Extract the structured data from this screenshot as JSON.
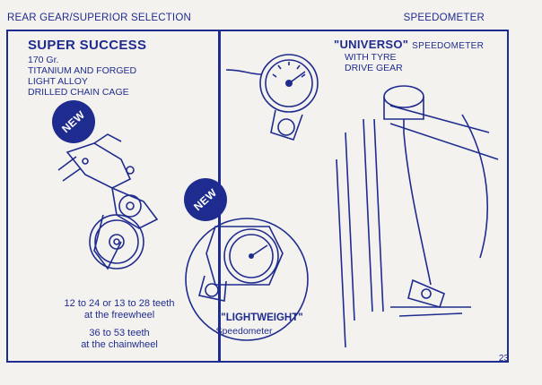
{
  "header": {
    "left": "REAR GEAR/SUPERIOR SELECTION",
    "right": "SPEEDOMETER"
  },
  "left_panel": {
    "title": "SUPER SUCCESS",
    "specs": [
      "170 Gr.",
      "TITANIUM AND FORGED",
      "LIGHT ALLOY",
      "DRILLED CHAIN CAGE"
    ],
    "badge": "NEW",
    "caption_freewheel": [
      "12 to 24 or 13 to 28 teeth",
      "at the freewheel"
    ],
    "caption_chainwheel": [
      "36 to 53 teeth",
      "at the chainwheel"
    ]
  },
  "right_panel": {
    "universo_title": "\"UNIVERSO\"",
    "universo_sub": "SPEEDOMETER",
    "universo_specs": [
      "WITH TYRE",
      "DRIVE GEAR"
    ],
    "badge": "NEW",
    "lightweight_title": "\"LIGHTWEIGHT\"",
    "lightweight_sub": "Speedometer"
  },
  "page_number": "23",
  "colors": {
    "ink": "#1f2c8f",
    "paper": "#f4f2ee"
  }
}
